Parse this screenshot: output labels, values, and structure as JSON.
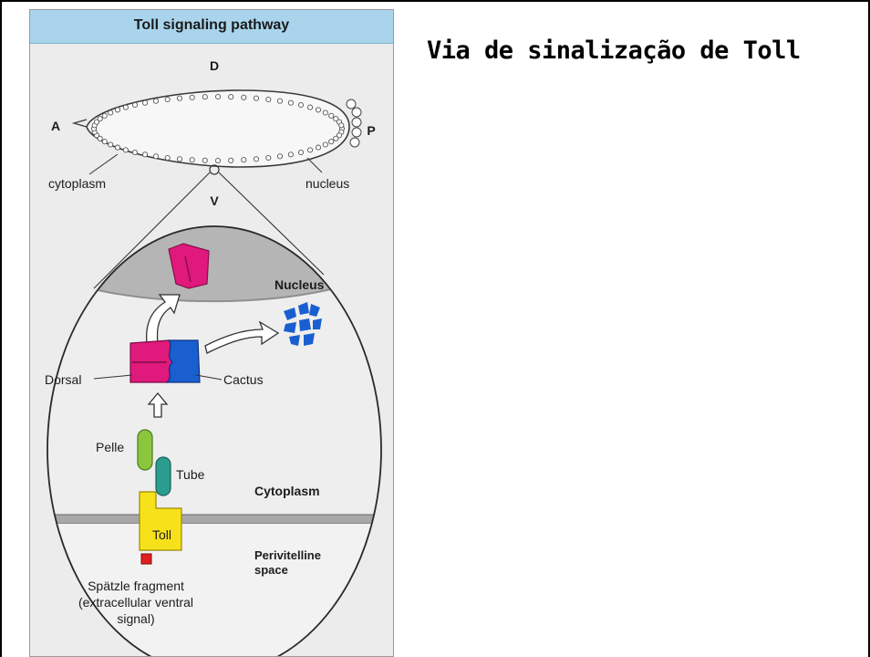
{
  "slide": {
    "title": "Via de sinalização de Toll"
  },
  "figure": {
    "title": "Toll signaling pathway",
    "axes": {
      "dorsal": "D",
      "ventral": "V",
      "anterior": "A",
      "posterior": "P"
    },
    "embryo_labels": {
      "cytoplasm": "cytoplasm",
      "nucleus": "nucleus"
    },
    "regions": {
      "nucleus": "Nucleus",
      "cytoplasm": "Cytoplasm",
      "perivitelline_line1": "Perivitelline",
      "perivitelline_line2": "space"
    },
    "proteins": {
      "dorsal": "Dorsal",
      "cactus": "Cactus",
      "pelle": "Pelle",
      "tube": "Tube",
      "toll": "Toll"
    },
    "spatzle": {
      "line1": "Spätzle fragment",
      "line2": "(extracellular ventral",
      "line3": "signal)"
    },
    "colors": {
      "header_blue": "#a9d4ec",
      "dorsal_magenta": "#e0197d",
      "cactus_blue": "#1a5fd0",
      "pelle_green": "#8cc63f",
      "tube_teal": "#2a9d8f",
      "toll_yellow": "#f7e11b",
      "spatzle_red": "#e0201e",
      "nucleus_gray": "#b5b5b5",
      "membrane_gray": "#8a8a8a"
    }
  }
}
